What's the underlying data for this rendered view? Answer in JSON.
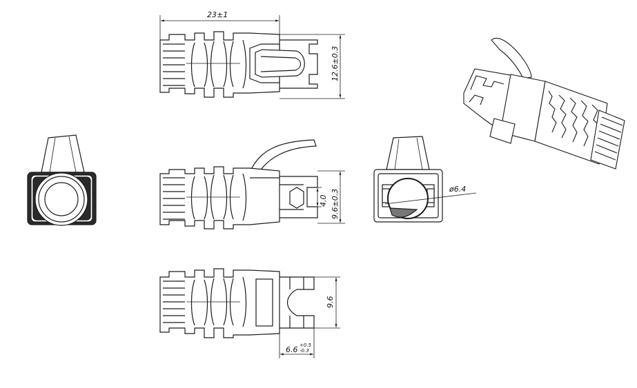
{
  "dimensions": {
    "top_length": "23±1",
    "top_height": "12.6±0.3",
    "middle_inner": "4.0",
    "middle_height": "9.6±0.3",
    "end_diameter": "ø6.4",
    "bottom_height": "9.6",
    "bottom_length": "6.6",
    "bottom_length_tol_upper": "+0.5",
    "bottom_length_tol_lower": "-0.3"
  },
  "colors": {
    "line": "#1a1a1a",
    "fill": "#ffffff",
    "shade": "#777777",
    "dark": "#2a2a2a"
  }
}
